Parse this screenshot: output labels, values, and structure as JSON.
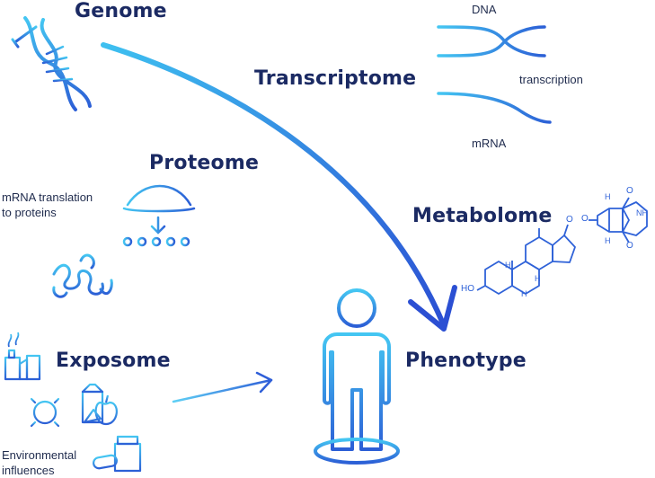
{
  "colors": {
    "heading": "#1b2a63",
    "icon_light": "#3fc3f0",
    "icon_dark": "#2f62d8",
    "text": "#1f2b4d"
  },
  "headings": {
    "genome": "Genome",
    "transcriptome": "Transcriptome",
    "proteome": "Proteome",
    "metabolome": "Metabolome",
    "exposome": "Exposome",
    "phenotype": "Phenotype"
  },
  "labels": {
    "dna": "DNA",
    "transcription": "transcription",
    "mrna": "mRNA",
    "translation_line1": "mRNA translation",
    "translation_line2": "to proteins",
    "env_line1": "Environmental",
    "env_line2": "influences",
    "ho": "HO",
    "o": "O",
    "h": "H",
    "nh": "NH"
  },
  "icons": [
    "dna-helix-icon",
    "dna-strand-icon",
    "mrna-strand-icon",
    "ribosome-translation-icon",
    "protein-helix-icon",
    "steroid-molecule-icon",
    "uric-acid-molecule-icon",
    "factory-icon",
    "sun-icon",
    "food-icon",
    "medicine-icon",
    "person-icon"
  ]
}
